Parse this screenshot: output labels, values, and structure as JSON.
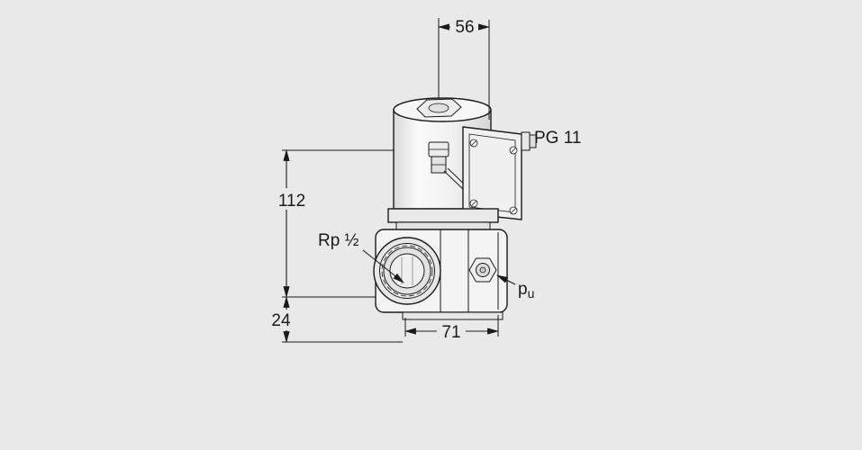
{
  "page": {
    "background_color": "#e9e9e9",
    "description": "Technical dimensional drawing of a gas solenoid valve"
  },
  "drawing": {
    "type": "technical-dimension-drawing",
    "subject": "gas solenoid valve with solenoid coil, junction box and threaded inlet port",
    "line_color": "#1a1a1a",
    "dims": {
      "top_width": "56",
      "body_height": "112",
      "base_height": "24",
      "body_width": "71"
    },
    "labels": {
      "cable_gland": "PG 11",
      "inlet_thread": "Rp ½",
      "pressure_tap": "p",
      "pressure_tap_sub": "u"
    }
  }
}
